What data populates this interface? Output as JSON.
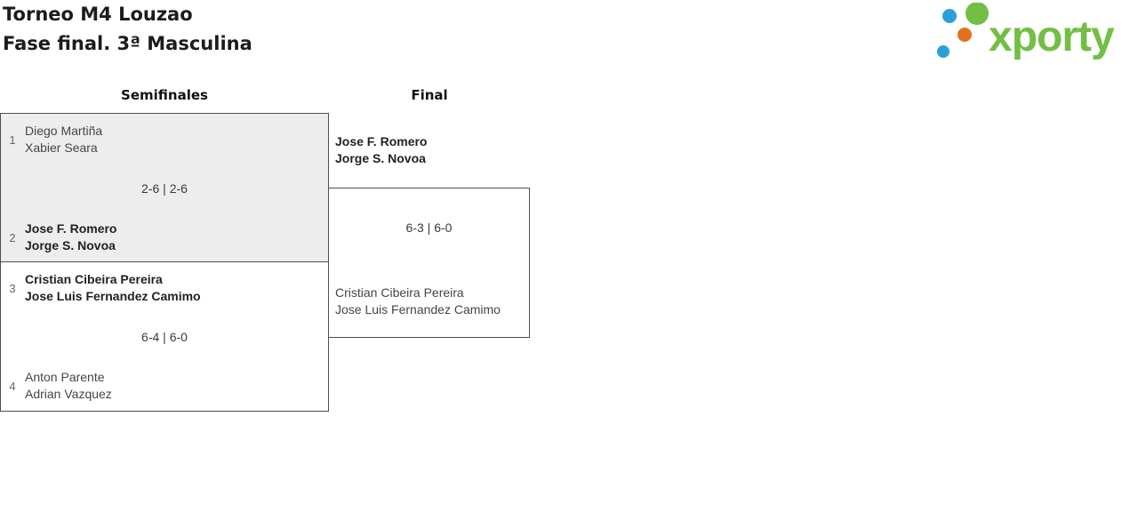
{
  "header": {
    "title": "Torneo M4 Louzao",
    "subtitle": "Fase final. 3ª Masculina",
    "logo_text": "xporty"
  },
  "colors": {
    "logo_green": "#72bf44",
    "logo_blue": "#2d9fd8",
    "logo_orange": "#e2711d",
    "winner_box_gray": "#ededed"
  },
  "bracket": {
    "rounds": [
      {
        "label": "Semifinales"
      },
      {
        "label": "Final"
      }
    ],
    "semifinals": [
      {
        "score": "2-6 | 2-6",
        "team1": {
          "seed": "1",
          "winner": false,
          "players": [
            "Diego Martiña",
            "Xabier Seara"
          ]
        },
        "team2": {
          "seed": "2",
          "winner": true,
          "players": [
            "Jose F. Romero",
            "Jorge S. Novoa"
          ]
        }
      },
      {
        "score": "6-4 | 6-0",
        "team1": {
          "seed": "3",
          "winner": true,
          "players": [
            "Cristian Cibeira Pereira",
            "Jose Luis Fernandez Camimo"
          ]
        },
        "team2": {
          "seed": "4",
          "winner": false,
          "players": [
            "Anton Parente",
            "Adrian Vazquez"
          ]
        }
      }
    ],
    "final": {
      "score": "6-3 | 6-0",
      "team1": {
        "winner": true,
        "players": [
          "Jose F. Romero",
          "Jorge S. Novoa"
        ]
      },
      "team2": {
        "winner": false,
        "players": [
          "Cristian Cibeira Pereira",
          "Jose Luis Fernandez Camimo"
        ]
      }
    }
  }
}
